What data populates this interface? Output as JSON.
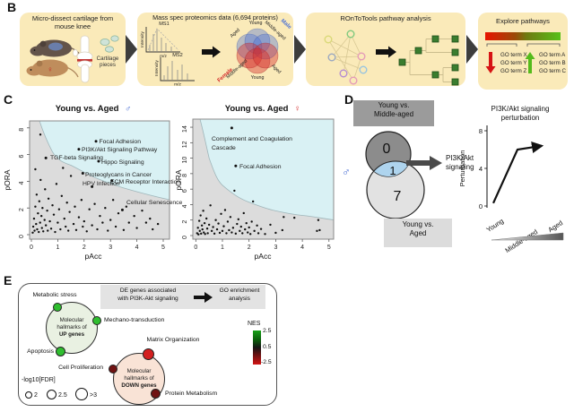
{
  "colors": {
    "box_tan": "#faeab9",
    "male_blue": "#4a6fd4",
    "female_red": "#d42a2a",
    "significant_region": "#d9f1f4",
    "nonsignificant_region": "#dcdcdc",
    "up_dot_green": "#2fbe2f",
    "down_dot_red": "#d31f1f",
    "down_dot_darkred": "#701212",
    "tree_green": "#3a7d2f"
  },
  "panel_b": {
    "label": "B",
    "box1": {
      "title": "Micro-dissect cartilage from mouse knee",
      "caption": "Cartilage pieces",
      "female_symbol": "♀"
    },
    "box2": {
      "title": "Mass spec proteomics data (6,694 proteins)",
      "ms1_label": "MS1",
      "ms2_label": "MS2",
      "y_axis": "Intensity",
      "x_axis": "m/z",
      "venn_top_labels": [
        "Aged",
        "Young",
        "Middle-aged"
      ],
      "venn_bottom_labels": [
        "Middle-aged",
        "Young",
        "Aged"
      ],
      "male_label": "Male",
      "female_label": "Female"
    },
    "box3": {
      "title": "ROnToTools pathway analysis"
    },
    "box4": {
      "title": "Explore pathways",
      "down_terms": [
        "GO term X",
        "GO term Y",
        "GO term Z"
      ],
      "up_terms": [
        "GO term A",
        "GO term B",
        "GO term C"
      ]
    }
  },
  "panel_c": {
    "label": "C",
    "left_title": "Young vs. Aged",
    "left_symbol": "♂",
    "right_title": "Young vs. Aged",
    "right_symbol": "♀",
    "xlabel": "pAcc",
    "ylabel": "pORA"
  },
  "panel_d": {
    "label": "D",
    "top_box_line1": "Young vs.",
    "top_box_line2": "Middle-aged",
    "bottom_box_line1": "Young vs.",
    "bottom_box_line2": "Aged",
    "male_symbol": "♂",
    "count_top": "0",
    "count_overlap": "1",
    "count_bottom": "7",
    "arrow_line1": "PI3K/Akt",
    "arrow_line2": "signaling",
    "chart_title_line1": "PI3K/Akt signaling",
    "chart_title_line2": "perturbation",
    "ylabel": "Perturbation",
    "ytick_top": "8",
    "ytick_mid": "4",
    "ytick_bottom": "0",
    "x_labels": [
      "Young",
      "Middle-aged",
      "Aged"
    ]
  },
  "panel_e": {
    "label": "E",
    "flow_left_line1": "DE genes associated",
    "flow_left_line2": "with PI3K-Akt signaling",
    "flow_right_line1": "GO enrichment",
    "flow_right_line2": "analysis",
    "up_line1": "Molecular",
    "up_line2": "hallmarks of",
    "up_line3": "UP genes",
    "down_line1": "Molecular",
    "down_line2": "hallmarks of",
    "down_line3": "DOWN genes",
    "up_terms": [
      "Metabolic stress",
      "Mechano-transduction",
      "Apoptosis"
    ],
    "down_terms": [
      "Matrix Organization",
      "Cell Proliferation",
      "Protein Metabolism"
    ],
    "legend_title": "-log10[FDR]",
    "legend_sizes": [
      "2",
      "2.5",
      ">3"
    ],
    "nes_title": "NES",
    "nes_ticks": [
      "2.5",
      "0.5",
      "-2.5"
    ]
  },
  "chart_data": [
    {
      "id": "scatter-male",
      "type": "scatter",
      "title": "Young vs. Aged (male)",
      "xlabel": "pAcc",
      "ylabel": "pORA",
      "xlim": [
        0,
        5.2
      ],
      "ylim": [
        0,
        8.5
      ],
      "xticks": [
        0,
        1,
        2,
        3,
        4,
        5
      ],
      "yticks": [
        0,
        2,
        4,
        6,
        8
      ],
      "legend_position": "none",
      "grid": false,
      "regions": {
        "upper_right_significant": "#d9f1f4",
        "lower_left": "#dcdcdc"
      },
      "labeled_points": [
        {
          "label": "Focal Adhesion",
          "x": 2.45,
          "y": 7.0
        },
        {
          "label": "PI3K/Akt Signaling Pathway",
          "x": 1.8,
          "y": 6.4
        },
        {
          "label": "TGF-beta Signaling",
          "x": 0.55,
          "y": 5.75
        },
        {
          "label": "Hippo Signaling",
          "x": 2.55,
          "y": 5.5
        },
        {
          "label": "Proteoglycans in Cancer",
          "x": 1.95,
          "y": 4.6
        },
        {
          "label": "HPV Infection",
          "x": 2.3,
          "y": 3.6
        },
        {
          "label": "ECM Receptor Interaction",
          "x": 3.05,
          "y": 4.05
        },
        {
          "label": "Cellular Senescence",
          "x": 3.45,
          "y": 1.85
        }
      ],
      "background_points": [
        [
          0.05,
          0.15
        ],
        [
          0.07,
          0.6
        ],
        [
          0.1,
          1.2
        ],
        [
          0.12,
          0.3
        ],
        [
          0.15,
          2.1
        ],
        [
          0.18,
          0.8
        ],
        [
          0.2,
          3.0
        ],
        [
          0.22,
          0.4
        ],
        [
          0.25,
          1.6
        ],
        [
          0.28,
          0.2
        ],
        [
          0.3,
          2.5
        ],
        [
          0.33,
          0.9
        ],
        [
          0.35,
          4.1
        ],
        [
          0.38,
          1.4
        ],
        [
          0.4,
          0.5
        ],
        [
          0.42,
          2.0
        ],
        [
          0.45,
          0.25
        ],
        [
          0.5,
          1.1
        ],
        [
          0.52,
          3.4
        ],
        [
          0.55,
          0.7
        ],
        [
          0.6,
          1.8
        ],
        [
          0.62,
          0.3
        ],
        [
          0.65,
          2.7
        ],
        [
          0.7,
          1.0
        ],
        [
          0.75,
          0.45
        ],
        [
          0.8,
          2.2
        ],
        [
          0.85,
          1.5
        ],
        [
          0.9,
          0.2
        ],
        [
          0.95,
          3.8
        ],
        [
          1.0,
          0.9
        ],
        [
          1.05,
          1.9
        ],
        [
          1.1,
          0.4
        ],
        [
          1.15,
          2.9
        ],
        [
          1.2,
          5.0
        ],
        [
          1.25,
          1.2
        ],
        [
          1.3,
          0.6
        ],
        [
          1.35,
          2.4
        ],
        [
          1.4,
          0.3
        ],
        [
          1.45,
          1.7
        ],
        [
          1.5,
          4.4
        ],
        [
          1.6,
          0.8
        ],
        [
          1.65,
          2.1
        ],
        [
          1.7,
          0.35
        ],
        [
          1.8,
          1.3
        ],
        [
          1.9,
          2.6
        ],
        [
          1.95,
          0.6
        ],
        [
          2.0,
          1.0
        ],
        [
          2.1,
          0.25
        ],
        [
          2.2,
          1.9
        ],
        [
          2.3,
          0.7
        ],
        [
          2.4,
          2.3
        ],
        [
          2.5,
          0.4
        ],
        [
          2.6,
          1.4
        ],
        [
          2.7,
          0.9
        ],
        [
          2.8,
          2.0
        ],
        [
          2.9,
          0.3
        ],
        [
          3.0,
          1.1
        ],
        [
          3.1,
          2.6
        ],
        [
          3.2,
          0.6
        ],
        [
          3.3,
          1.6
        ],
        [
          3.5,
          0.35
        ],
        [
          3.6,
          2.1
        ],
        [
          3.7,
          0.9
        ],
        [
          3.9,
          1.4
        ],
        [
          4.0,
          0.5
        ],
        [
          4.2,
          1.8
        ],
        [
          4.35,
          0.9
        ],
        [
          4.5,
          1.2
        ],
        [
          4.6,
          0.4
        ],
        [
          4.8,
          0.8
        ],
        [
          0.34,
          7.5
        ],
        [
          0.15,
          4.9
        ]
      ]
    },
    {
      "id": "scatter-female",
      "type": "scatter",
      "title": "Young vs. Aged (female)",
      "xlabel": "pAcc",
      "ylabel": "pORA",
      "xlim": [
        0,
        5.2
      ],
      "ylim": [
        0,
        15
      ],
      "xticks": [
        0,
        1,
        2,
        3,
        4,
        5
      ],
      "yticks": [
        0,
        2,
        4,
        6,
        8,
        10,
        12,
        14
      ],
      "legend_position": "none",
      "grid": false,
      "regions": {
        "upper_right_significant": "#d9f1f4",
        "lower_left": "#dcdcdc"
      },
      "labeled_points": [
        {
          "label": "Complement and Coagulation Cascade",
          "x": 1.35,
          "y": 13.9
        },
        {
          "label": "Focal Adhesion",
          "x": 1.5,
          "y": 9.0
        }
      ],
      "background_points": [
        [
          0.05,
          0.3
        ],
        [
          0.08,
          1.0
        ],
        [
          0.1,
          0.15
        ],
        [
          0.13,
          1.9
        ],
        [
          0.15,
          0.6
        ],
        [
          0.18,
          2.6
        ],
        [
          0.2,
          0.25
        ],
        [
          0.23,
          1.3
        ],
        [
          0.25,
          0.8
        ],
        [
          0.28,
          3.2
        ],
        [
          0.3,
          0.4
        ],
        [
          0.33,
          1.6
        ],
        [
          0.35,
          0.2
        ],
        [
          0.4,
          2.2
        ],
        [
          0.43,
          0.9
        ],
        [
          0.45,
          0.3
        ],
        [
          0.5,
          1.4
        ],
        [
          0.55,
          3.9
        ],
        [
          0.6,
          0.6
        ],
        [
          0.65,
          1.1
        ],
        [
          0.7,
          0.25
        ],
        [
          0.75,
          2.0
        ],
        [
          0.8,
          0.8
        ],
        [
          0.85,
          1.55
        ],
        [
          0.9,
          0.35
        ],
        [
          0.95,
          2.8
        ],
        [
          1.0,
          0.6
        ],
        [
          1.05,
          1.2
        ],
        [
          1.1,
          3.3
        ],
        [
          1.15,
          0.3
        ],
        [
          1.2,
          1.8
        ],
        [
          1.25,
          0.7
        ],
        [
          1.3,
          2.4
        ],
        [
          1.35,
          0.4
        ],
        [
          1.4,
          1.0
        ],
        [
          1.45,
          5.8
        ],
        [
          1.5,
          0.25
        ],
        [
          1.55,
          1.5
        ],
        [
          1.6,
          2.1
        ],
        [
          1.65,
          0.6
        ],
        [
          1.7,
          1.15
        ],
        [
          1.75,
          0.3
        ],
        [
          1.8,
          2.9
        ],
        [
          1.85,
          0.8
        ],
        [
          1.9,
          1.6
        ],
        [
          1.95,
          0.4
        ],
        [
          2.0,
          1.05
        ],
        [
          2.05,
          0.2
        ],
        [
          2.1,
          1.8
        ],
        [
          2.15,
          4.4
        ],
        [
          2.2,
          0.6
        ],
        [
          2.3,
          1.3
        ],
        [
          2.35,
          0.3
        ],
        [
          2.45,
          0.85
        ],
        [
          2.6,
          0.2
        ],
        [
          2.8,
          1.4
        ],
        [
          3.0,
          0.35
        ],
        [
          3.25,
          0.7
        ],
        [
          3.3,
          2.4
        ],
        [
          3.7,
          2.3
        ],
        [
          4.6,
          2.0
        ],
        [
          4.55,
          0.6
        ],
        [
          4.65,
          0.7
        ]
      ]
    },
    {
      "id": "perturbation",
      "type": "line",
      "title": "PI3K/Akt signaling perturbation",
      "ylabel": "Perturbation",
      "yticks": [
        0,
        4,
        8
      ],
      "x": [
        "Young",
        "Middle-aged",
        "Aged"
      ],
      "values": [
        0.3,
        6.0,
        6.4
      ]
    }
  ]
}
